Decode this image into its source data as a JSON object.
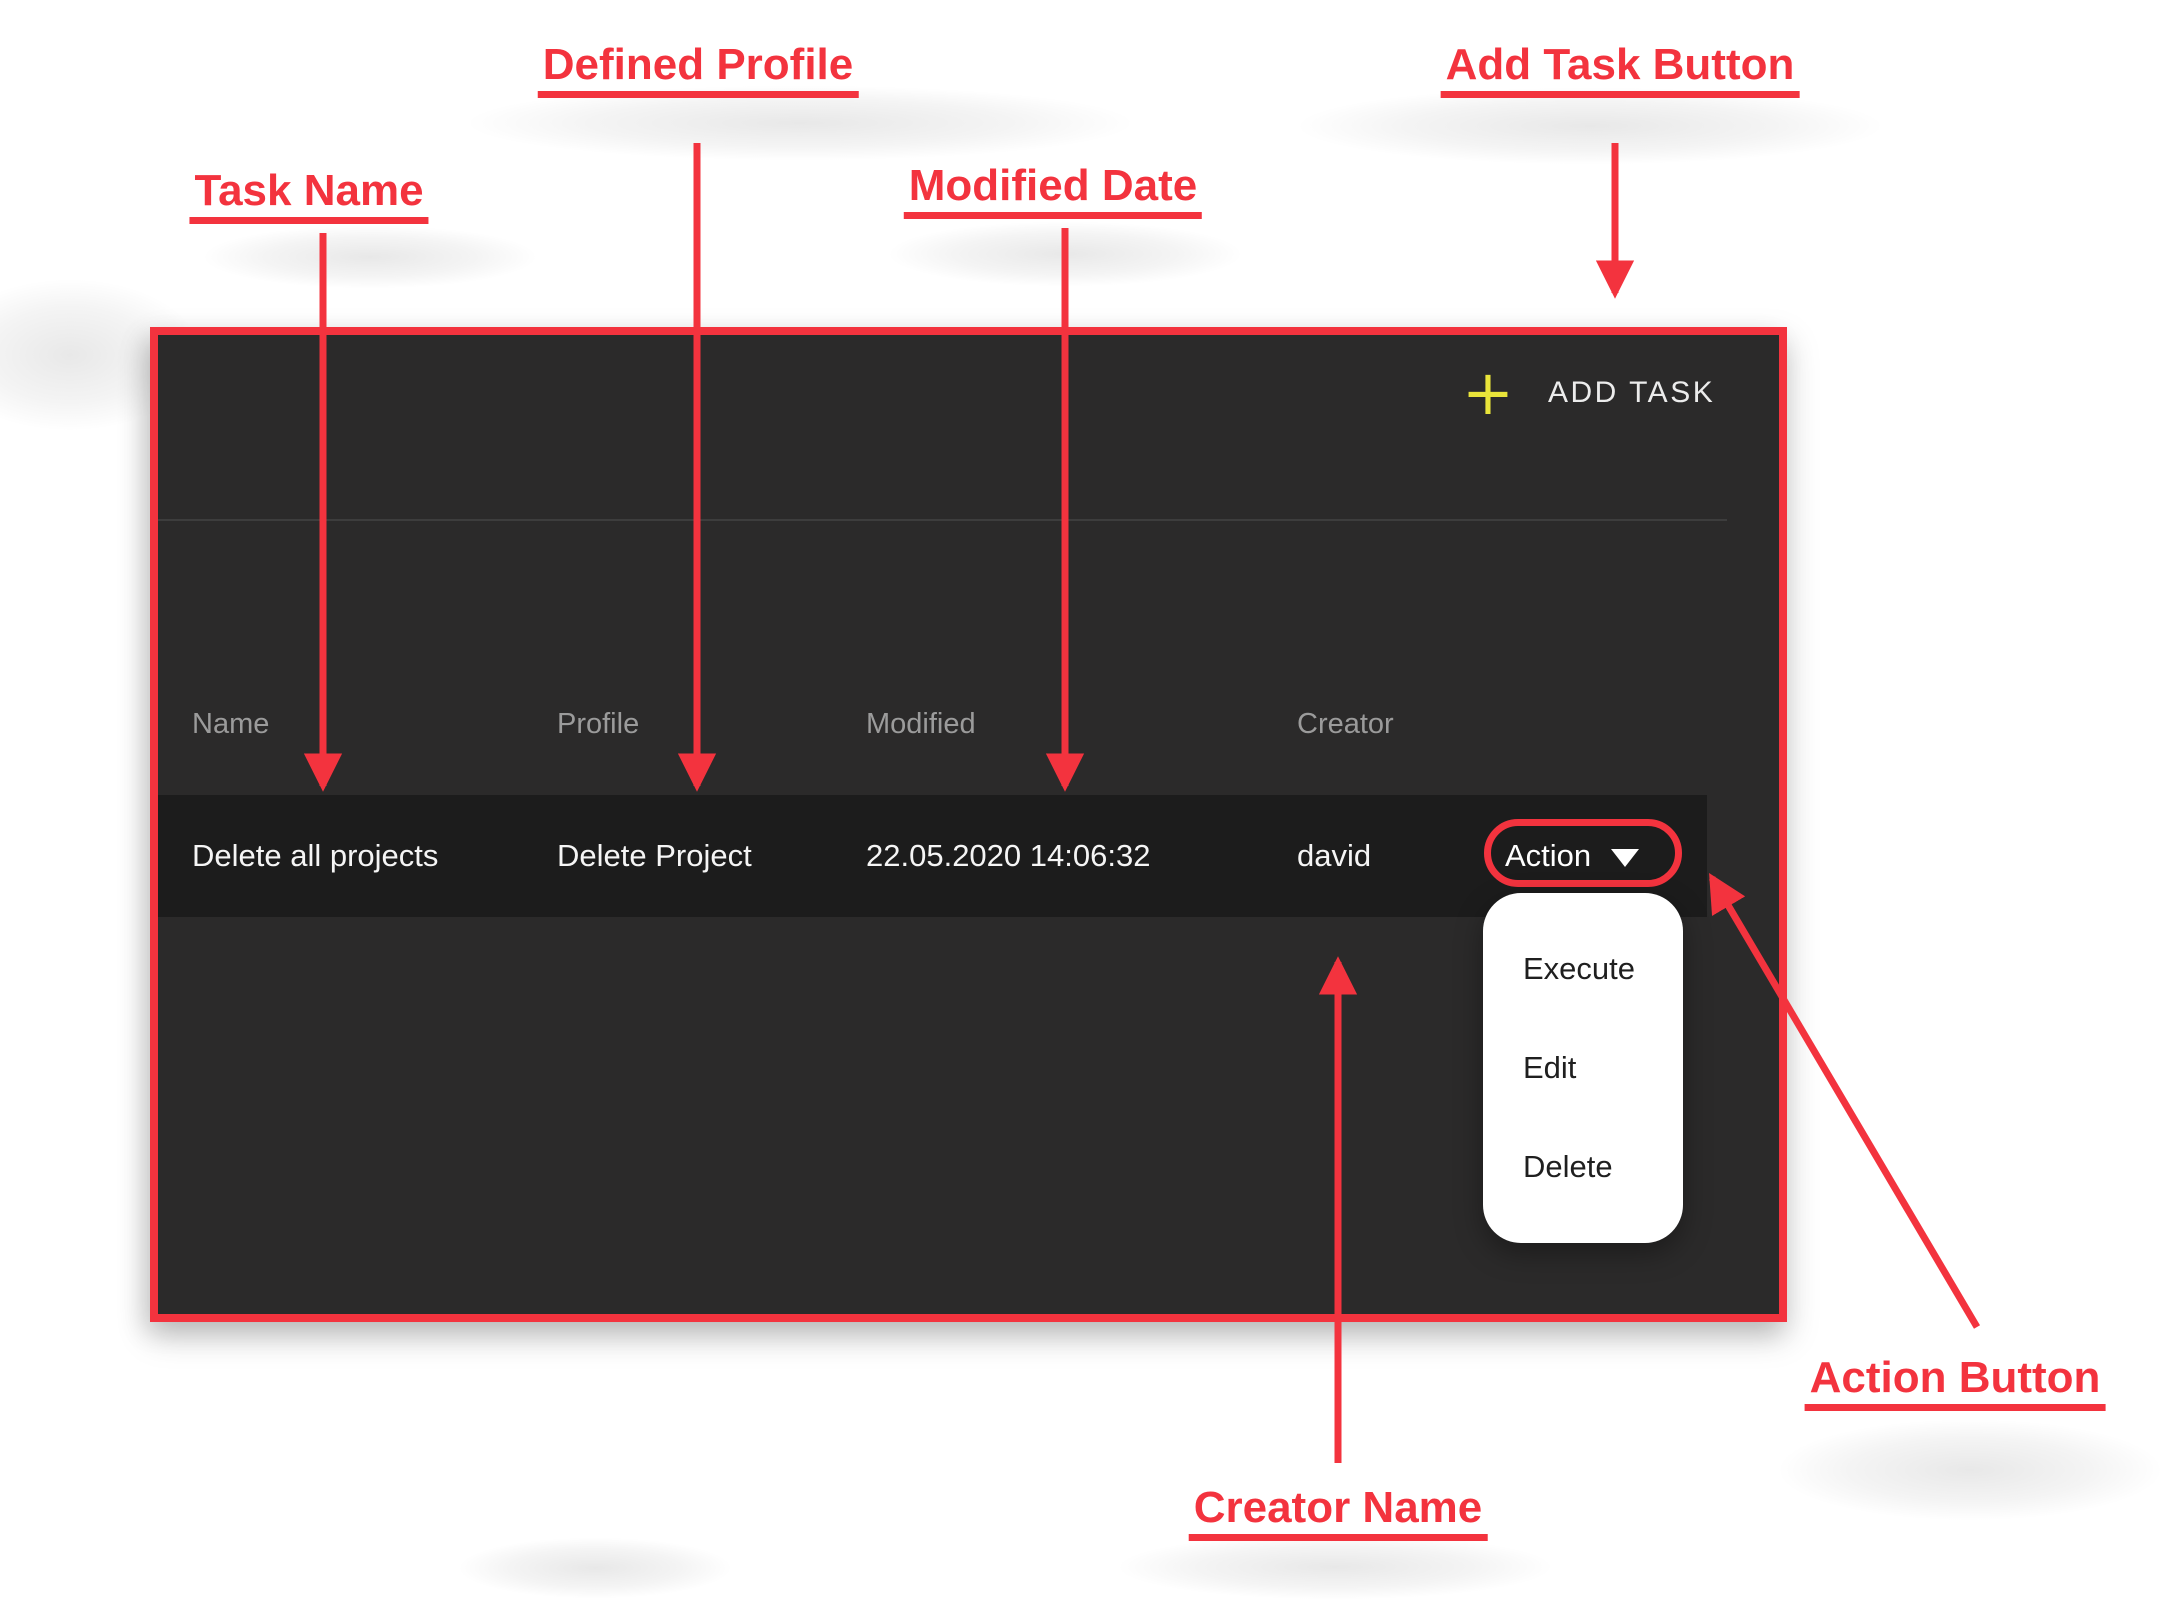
{
  "colors": {
    "annotation_red": "#f3333e",
    "panel_background": "#2b2a2a",
    "row_background": "#1c1c1c",
    "header_text": "#9b9b9b",
    "body_text": "#f5f5f5",
    "plus_icon_yellow": "#e9e43a",
    "menu_background": "#ffffff",
    "menu_text": "#1f1f1f"
  },
  "annotations": {
    "task_name": "Task Name",
    "defined_profile": "Defined Profile",
    "modified_date": "Modified Date",
    "add_task_button": "Add Task Button",
    "creator_name": "Creator Name",
    "action_button": "Action Button"
  },
  "panel": {
    "add_task": {
      "icon": "+",
      "label": "ADD TASK"
    },
    "table": {
      "headers": [
        "Name",
        "Profile",
        "Modified",
        "Creator"
      ],
      "row": {
        "name": "Delete all projects",
        "profile": "Delete Project",
        "modified": "22.05.2020 14:06:32",
        "creator": "david",
        "action_label": "Action"
      }
    },
    "action_menu": {
      "items": [
        "Execute",
        "Edit",
        "Delete"
      ]
    }
  }
}
